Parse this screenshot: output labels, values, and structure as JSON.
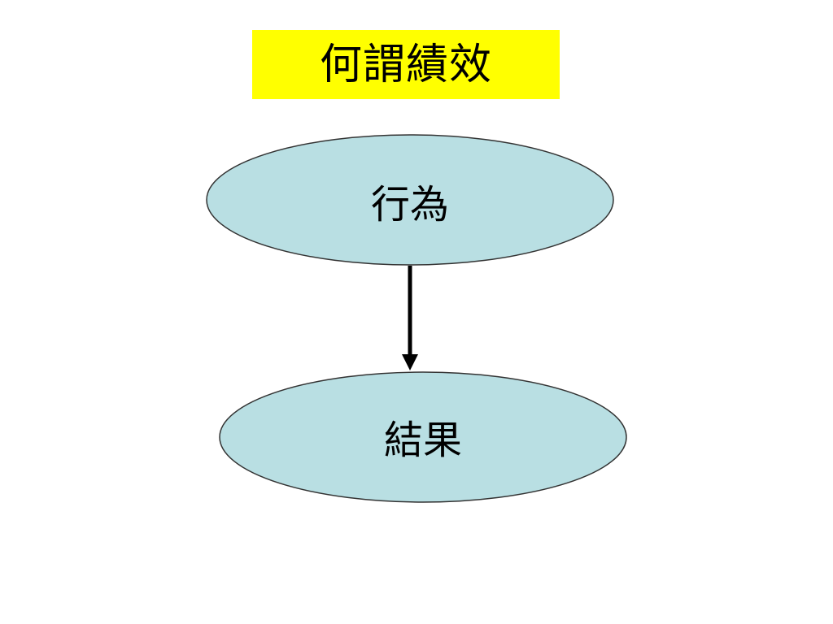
{
  "title": "何謂績效",
  "colors": {
    "title_background": "#ffff00",
    "node_fill": "#b9dfe3",
    "node_stroke": "#333333",
    "arrow": "#000000"
  },
  "nodes": [
    {
      "id": "behavior",
      "label": "行為"
    },
    {
      "id": "result",
      "label": "結果"
    }
  ],
  "edges": [
    {
      "from": "behavior",
      "to": "result"
    }
  ]
}
